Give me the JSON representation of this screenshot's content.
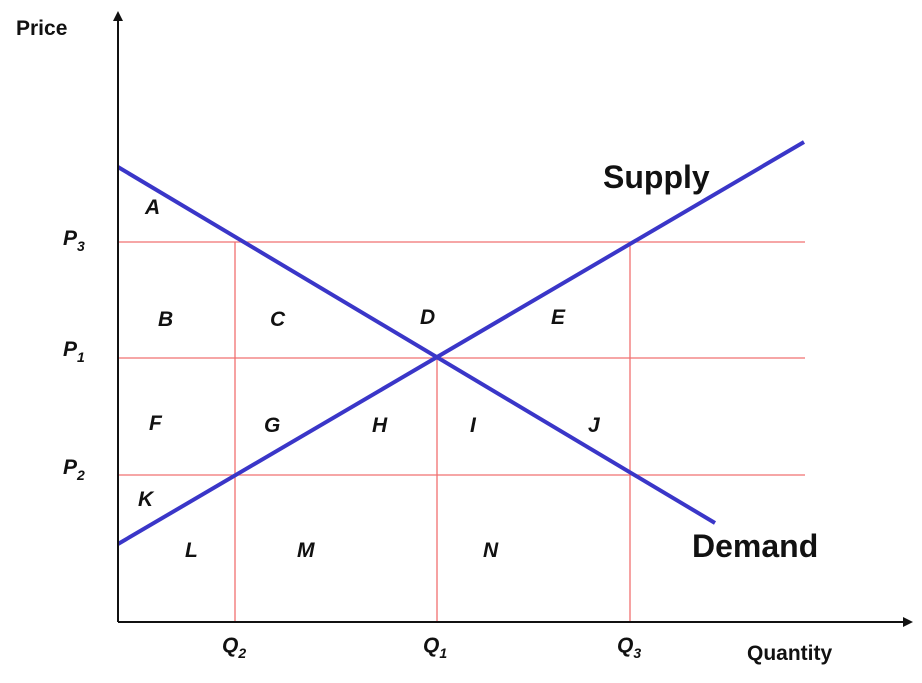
{
  "axes": {
    "y_title": "Price",
    "x_title": "Quantity"
  },
  "price_levels": [
    {
      "main": "P",
      "sub": "3"
    },
    {
      "main": "P",
      "sub": "1"
    },
    {
      "main": "P",
      "sub": "2"
    }
  ],
  "quantity_levels": [
    {
      "main": "Q",
      "sub": "2"
    },
    {
      "main": "Q",
      "sub": "1"
    },
    {
      "main": "Q",
      "sub": "3"
    }
  ],
  "curves": {
    "supply": "Supply",
    "demand": "Demand"
  },
  "regions": [
    "A",
    "B",
    "C",
    "D",
    "E",
    "F",
    "G",
    "H",
    "I",
    "J",
    "K",
    "L",
    "M",
    "N"
  ],
  "colors": {
    "curve": "#3a36c8",
    "guide": "#f07070",
    "axis": "#111111"
  }
}
